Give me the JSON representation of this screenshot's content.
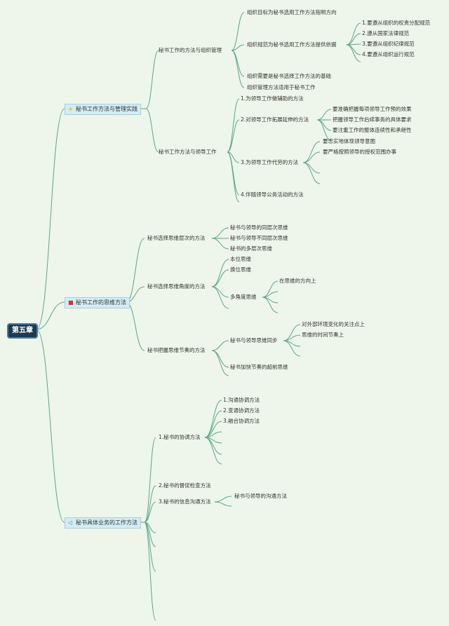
{
  "root": "第五章",
  "branches": [
    {
      "label": "秘书工作方法与管理实践",
      "icon": "star-icon",
      "icon_glyph": "★",
      "icon_color": "#f2c500",
      "children": [
        {
          "label": "秘书工作的方法与组织管理",
          "children": [
            {
              "label": "组织目标为秘书选用工作方法指明方向"
            },
            {
              "label": "组织规范为秘书选用工作方法提供依据",
              "children": [
                {
                  "label": "1.要遵从组织的权责分配规范"
                },
                {
                  "label": "2.遵从国家法律规范"
                },
                {
                  "label": "3.要遵从组织纪律规范"
                },
                {
                  "label": "4.要遵从组织运行规范"
                }
              ]
            },
            {
              "label": "组织需要是秘书选择工作方法的基础"
            },
            {
              "label": "组织管理方法适用于秘书工作"
            }
          ]
        },
        {
          "label": "秘书工作方法与领导工作",
          "children": [
            {
              "label": "1.为领导工作做辅助的方法"
            },
            {
              "label": "2.对领导工作拓展延伸的方法",
              "children": [
                {
                  "label": "要准确把握每项领导工作预的效果"
                },
                {
                  "label": "把握领导工作后续事务的具体要求"
                },
                {
                  "label": "要注重工作的整体连续性和承继性"
                }
              ]
            },
            {
              "label": "3.为领导工作代劳的方法",
              "children": [
                {
                  "label": "要忠实地体现领导意图"
                },
                {
                  "label": "要严格按照领导的授权范围办事"
                }
              ]
            },
            {
              "label": "4.伴随领导公务活动的方法"
            }
          ]
        }
      ]
    },
    {
      "label": "秘书工作的思维方法",
      "icon": "flag-icon",
      "icon_glyph": "■",
      "icon_color": "#d9342b",
      "children": [
        {
          "label": "秘书选择思维层次的方法",
          "children": [
            {
              "label": "秘书与领导的同层次思维"
            },
            {
              "label": "秘书与领导不同层次思维"
            },
            {
              "label": "秘书的多层次思维"
            }
          ]
        },
        {
          "label": "秘书选择思维角度的方法",
          "children": [
            {
              "label": "本位思维"
            },
            {
              "label": "换位思维"
            },
            {
              "label": "多角度思维",
              "children": [
                {
                  "label": "在思维的方向上"
                }
              ]
            }
          ]
        },
        {
          "label": "秘书把握思维节奏的方法",
          "children": [
            {
              "label": "秘书与领导思维同步",
              "children": [
                {
                  "label": "对外部环境变化的关注点上"
                },
                {
                  "label": "思维的时间节奏上"
                }
              ]
            },
            {
              "label": "秘书加快节奏的超前思维"
            }
          ]
        }
      ]
    },
    {
      "label": "秘书具体业务的工作方法",
      "icon": "send-icon",
      "icon_glyph": "◁",
      "icon_color": "#2f8fc0",
      "children": [
        {
          "label": "1.秘书的协调方法",
          "children": [
            {
              "label": "1.沟通协调方法"
            },
            {
              "label": "2.变通协调方法"
            },
            {
              "label": "3.融合协调方法"
            }
          ]
        },
        {
          "label": "2.秘书的督促检查方法"
        },
        {
          "label": "3.秘书的信息沟通方法",
          "children": [
            {
              "label": "秘书与领导的沟通方法"
            }
          ]
        }
      ]
    }
  ],
  "colors": {
    "line": "#5aa882",
    "background": "#eef5ea",
    "root_fill": "#1e3a52"
  }
}
